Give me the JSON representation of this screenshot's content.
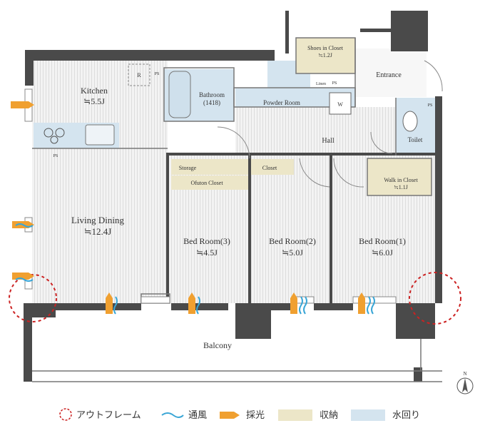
{
  "rooms": {
    "kitchen": {
      "name": "Kitchen",
      "size": "≒5.5J"
    },
    "living_dining": {
      "name": "Living Dining",
      "size": "≒12.4J"
    },
    "bathroom": {
      "name": "Bathroom",
      "size": "(1418)"
    },
    "powder_room": {
      "name": "Powder Room"
    },
    "shoes_closet": {
      "name": "Shoes in Closet",
      "size": "≒1.2J"
    },
    "entrance": {
      "name": "Entrance"
    },
    "hall": {
      "name": "Hall"
    },
    "toilet": {
      "name": "Toilet"
    },
    "walk_in_closet": {
      "name": "Walk in Closet",
      "size": "≒1.1J"
    },
    "storage": {
      "name": "Storage"
    },
    "closet": {
      "name": "Closet"
    },
    "futon_closet": {
      "name": "Ofuton Closet"
    },
    "bedroom3": {
      "name": "Bed Room(3)",
      "size": "≒4.5J"
    },
    "bedroom2": {
      "name": "Bed Room(2)",
      "size": "≒5.0J"
    },
    "bedroom1": {
      "name": "Bed Room(1)",
      "size": "≒6.0J"
    },
    "balcony": {
      "name": "Balcony"
    }
  },
  "fixtures": {
    "ps": "PS",
    "refrigerator": "R",
    "linen": "Linen",
    "washer": "W"
  },
  "compass": {
    "north": "N"
  },
  "legend": {
    "outframe": "アウトフレーム",
    "ventilation": "通風",
    "daylight": "採光",
    "storage": "収納",
    "water": "水回り"
  },
  "colors": {
    "wall": "#4a4a4a",
    "floor": "#f2f2f2",
    "storage": "#ece6c8",
    "water": "#d4e4ef",
    "ventilation": "#3aa6d6",
    "daylight": "#f0a030",
    "outframe": "#cc2222"
  }
}
